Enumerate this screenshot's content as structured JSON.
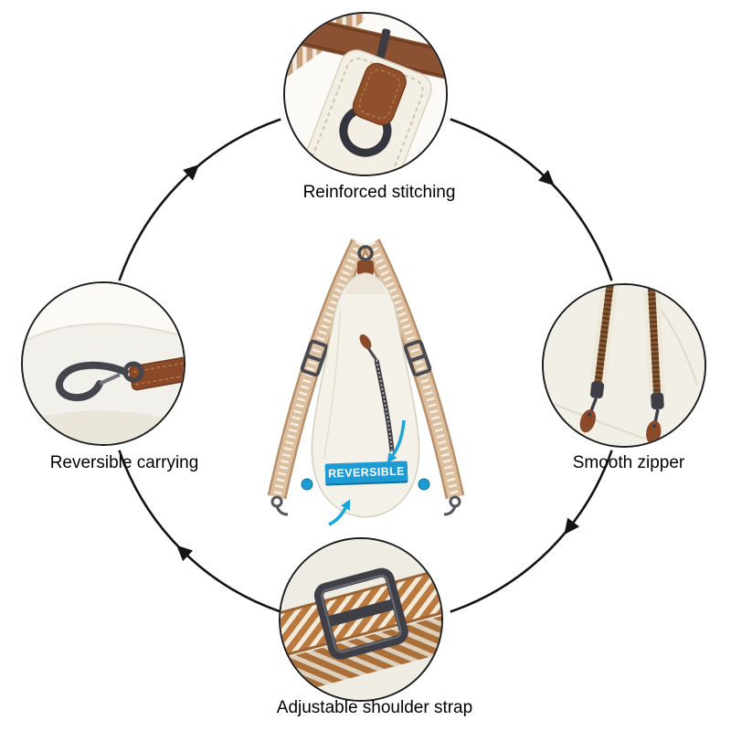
{
  "diagram": {
    "center_badge": "REVERSIBLE",
    "features": {
      "top": {
        "label": "Reinforced stitching"
      },
      "right": {
        "label": "Smooth zipper"
      },
      "bottom": {
        "label": "Adjustable shoulder strap"
      },
      "left": {
        "label": "Reversible carrying"
      }
    },
    "icons": {
      "cycle_arrows": "clockwise-cycle-arrows",
      "top_photo": "strap-d-ring-stitching-photo",
      "right_photo": "double-zipper-photo",
      "bottom_photo": "strap-slide-buckle-photo",
      "left_photo": "swivel-snap-hook-photo"
    },
    "colors": {
      "accent_blue": "#1d9bd4",
      "leather_brown": "#8a4a2a",
      "webbing_tan": "#c79e7c",
      "metal_gunmetal": "#45454c",
      "bag_cream": "#f4f1e9",
      "outline_black": "#141414"
    }
  }
}
